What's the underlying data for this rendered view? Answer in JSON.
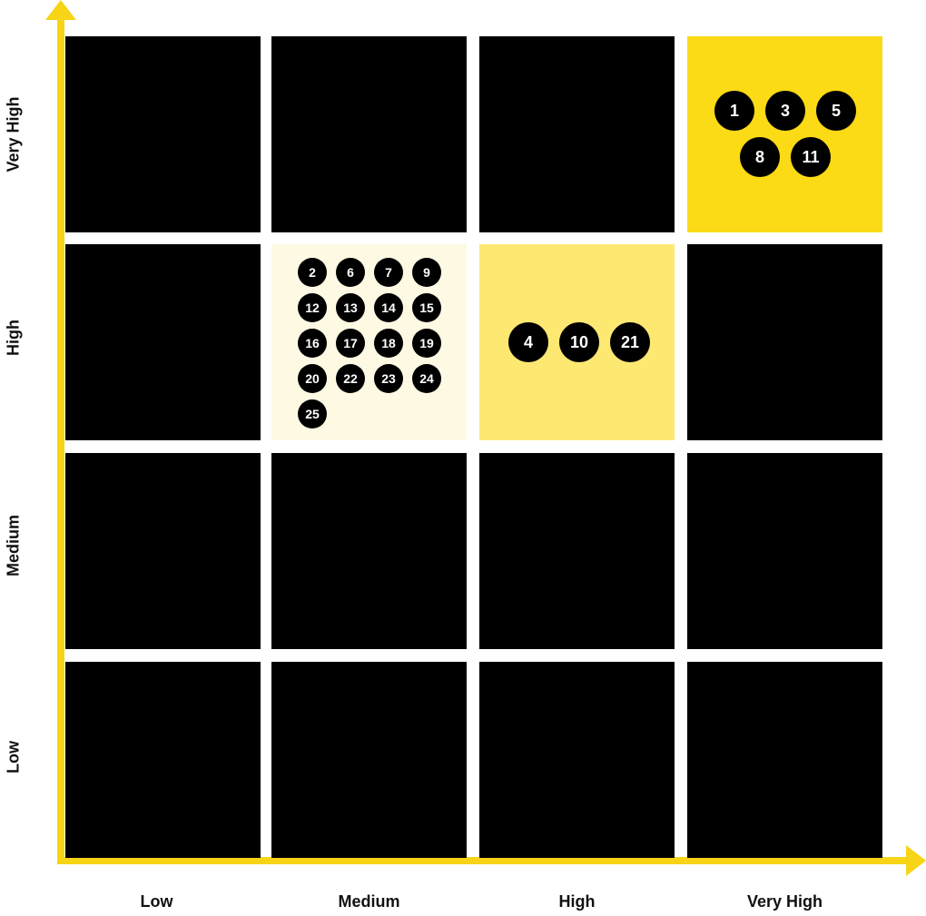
{
  "colors": {
    "axis": "#F7D416",
    "cell_default": "#000000",
    "cell_very_light": "#FEF9E3",
    "cell_light": "#FDE872",
    "cell_strong": "#FBDA16",
    "dot": "#000000",
    "dot_text": "#FFFFFF"
  },
  "x_axis": {
    "labels": [
      "Low",
      "Medium",
      "High",
      "Very High"
    ]
  },
  "y_axis": {
    "labels": [
      "Low",
      "Medium",
      "High",
      "Very High"
    ]
  },
  "cells": [
    {
      "x": "Very High",
      "y": "Very High",
      "fill": "cell_strong",
      "items": [
        "1",
        "3",
        "5",
        "8",
        "11"
      ]
    },
    {
      "x": "Medium",
      "y": "High",
      "fill": "cell_very_light",
      "items": [
        "2",
        "6",
        "7",
        "9",
        "12",
        "13",
        "14",
        "15",
        "16",
        "17",
        "18",
        "19",
        "20",
        "22",
        "23",
        "24",
        "25"
      ]
    },
    {
      "x": "High",
      "y": "High",
      "fill": "cell_light",
      "items": [
        "4",
        "10",
        "21"
      ]
    }
  ]
}
